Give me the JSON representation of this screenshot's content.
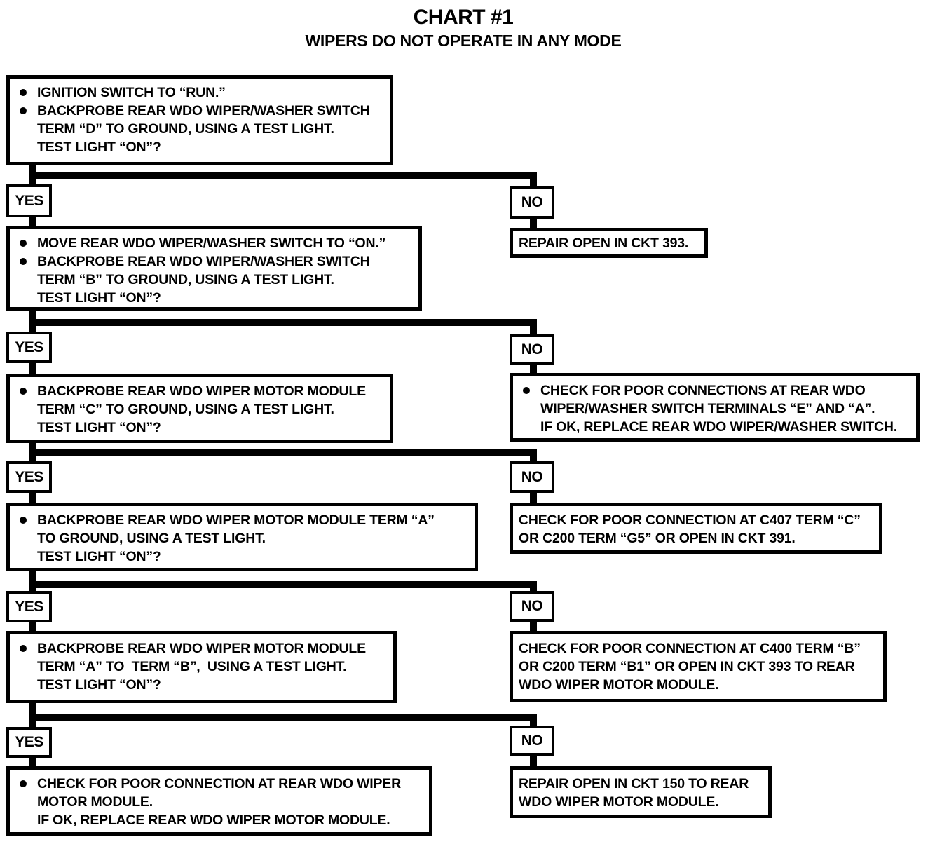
{
  "title": "CHART #1",
  "subtitle": "WIPERS DO NOT OPERATE IN ANY MODE",
  "branch_labels": {
    "yes": "YES",
    "no": "NO"
  },
  "colors": {
    "ink": "#000000",
    "paper": "#ffffff"
  },
  "steps": {
    "q1": {
      "bullets": [
        "IGNITION SWITCH TO “RUN.”",
        "BACKPROBE REAR WDO WIPER/WASHER SWITCH\nTERM “D” TO GROUND, USING A TEST LIGHT.\nTEST LIGHT “ON”?"
      ]
    },
    "q2": {
      "bullets": [
        "MOVE REAR WDO WIPER/WASHER SWITCH TO “ON.”",
        "BACKPROBE REAR WDO WIPER/WASHER SWITCH\nTERM “B” TO GROUND, USING A TEST LIGHT.\nTEST LIGHT “ON”?"
      ]
    },
    "q3": {
      "bullets": [
        "BACKPROBE REAR WDO WIPER MOTOR MODULE\nTERM “C” TO GROUND, USING A TEST LIGHT.\nTEST LIGHT “ON”?"
      ]
    },
    "q4": {
      "bullets": [
        "BACKPROBE REAR WDO WIPER MOTOR MODULE TERM “A”\nTO GROUND, USING A TEST LIGHT.\nTEST LIGHT “ON”?"
      ]
    },
    "q5": {
      "bullets": [
        "BACKPROBE REAR WDO WIPER MOTOR MODULE\nTERM “A” TO  TERM “B”,  USING A TEST LIGHT.\nTEST LIGHT “ON”?"
      ]
    }
  },
  "results": {
    "no1": "REPAIR OPEN IN CKT 393.",
    "no2_bullet": "CHECK FOR POOR CONNECTIONS AT REAR WDO\nWIPER/WASHER SWITCH TERMINALS “E” AND “A”.\nIF OK, REPLACE REAR WDO WIPER/WASHER SWITCH.",
    "no3": "CHECK FOR POOR CONNECTION AT C407 TERM “C”\nOR C200 TERM “G5” OR OPEN IN CKT 391.",
    "no4": "CHECK FOR POOR CONNECTION AT C400 TERM “B”\nOR C200 TERM “B1” OR OPEN IN CKT 393 TO REAR\nWDO WIPER MOTOR MODULE.",
    "yes5_bullet": "CHECK FOR POOR CONNECTION AT REAR WDO WIPER\nMOTOR MODULE.\nIF OK, REPLACE REAR WDO WIPER MOTOR MODULE.",
    "no5": "REPAIR OPEN IN CKT 150 TO REAR\nWDO WIPER MOTOR MODULE."
  }
}
